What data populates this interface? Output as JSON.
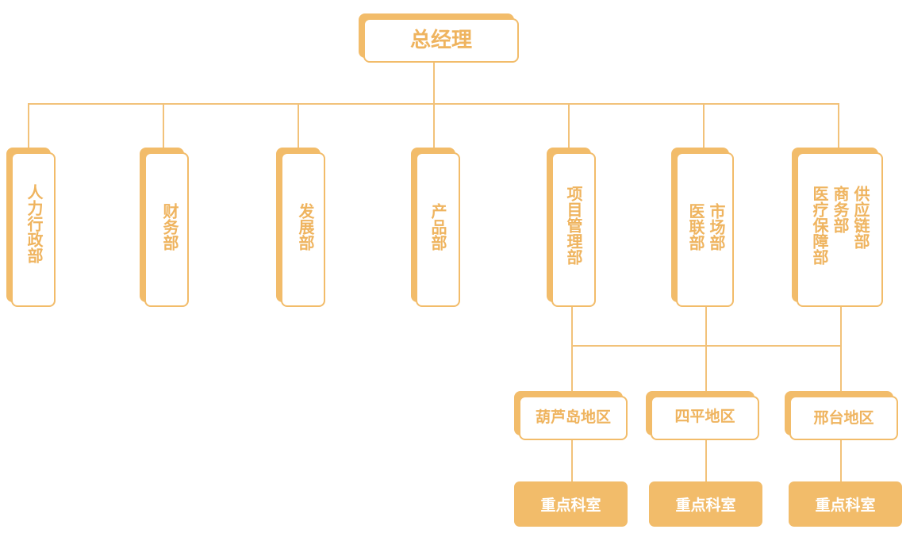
{
  "colors": {
    "accent": "#f2bc6a",
    "text": "#efb45f",
    "leaf_text": "#ffffff"
  },
  "root": {
    "label": "总经理"
  },
  "departments": [
    {
      "id": "hr",
      "label": "人力行政部"
    },
    {
      "id": "finance",
      "label": "财务部"
    },
    {
      "id": "development",
      "label": "发展部"
    },
    {
      "id": "product",
      "label": "产品部"
    },
    {
      "id": "project",
      "label": "项目管理部"
    },
    {
      "id": "medical-market",
      "label_col1": "市场部",
      "label_col2": "医联部"
    },
    {
      "id": "supply",
      "label_col1": "供应链部",
      "label_col2": "商务部",
      "label_col3": "医疗保障部"
    }
  ],
  "regions": [
    {
      "label": "葫芦岛地区",
      "child": "重点科室"
    },
    {
      "label": "四平地区",
      "child": "重点科室"
    },
    {
      "label": "邢台地区",
      "child": "重点科室"
    }
  ]
}
